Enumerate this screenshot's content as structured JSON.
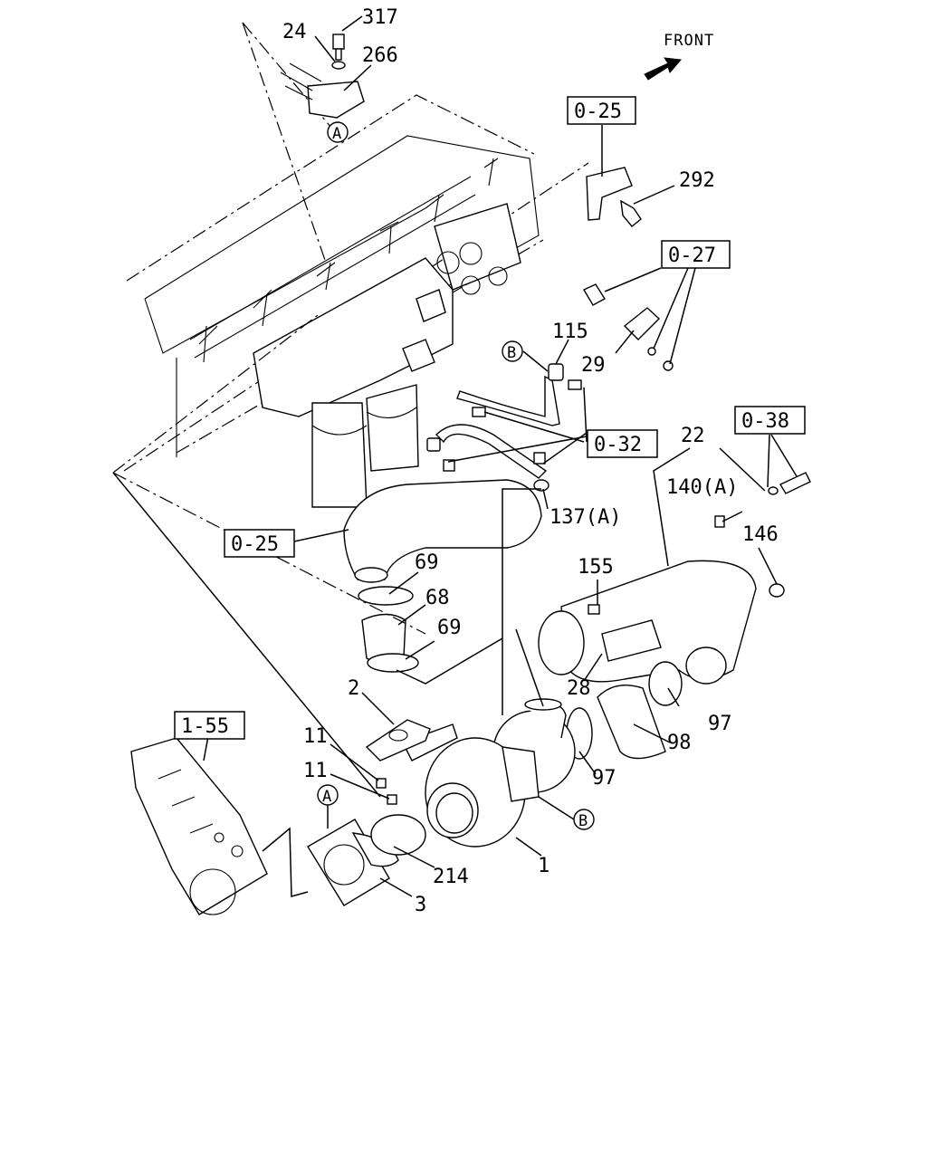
{
  "front_label": "FRONT",
  "callouts": [
    "317",
    "24",
    "266",
    "292",
    "115",
    "29",
    "22",
    "140(A)",
    "146",
    "137(A)",
    "69",
    "68",
    "69",
    "155",
    "2",
    "28",
    "97",
    "98",
    "97",
    "11",
    "11",
    "214",
    "1",
    "3"
  ],
  "refs": [
    "0-25",
    "0-27",
    "0-32",
    "0-38",
    "0-25",
    "1-55"
  ],
  "markers": [
    "A",
    "B",
    "B",
    "A"
  ]
}
